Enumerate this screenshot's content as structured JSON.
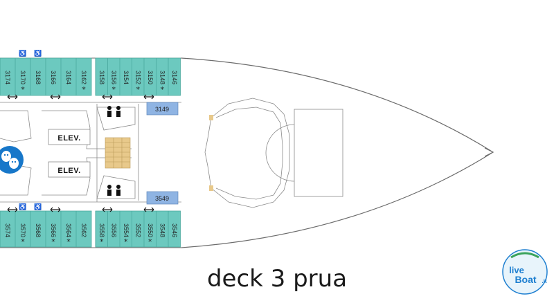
{
  "title": "deck 3 prua",
  "colors": {
    "cabin_fill": "#6cc9bf",
    "cabin_stroke": "#4aa89d",
    "room_box_fill": "#8fb4e3",
    "hull_stroke": "#6b6b6b",
    "stairs_fill": "#e8c98b",
    "logo_blue": "#1e7fd0",
    "logo_circle": "#1777c9"
  },
  "cabins": {
    "top_left": [
      {
        "number": "3174",
        "star": false,
        "accessible": false
      },
      {
        "number": "3170",
        "star": true,
        "accessible": true
      },
      {
        "number": "3168",
        "star": false,
        "accessible": true
      },
      {
        "number": "3166",
        "star": false,
        "accessible": false
      },
      {
        "number": "3164",
        "star": false,
        "accessible": false
      },
      {
        "number": "3162",
        "star": true,
        "accessible": false
      }
    ],
    "top_right": [
      {
        "number": "3158",
        "star": false
      },
      {
        "number": "3156",
        "star": true
      },
      {
        "number": "3154",
        "star": false
      },
      {
        "number": "3152",
        "star": true
      },
      {
        "number": "3150",
        "star": false
      },
      {
        "number": "3148",
        "star": true
      },
      {
        "number": "3146",
        "star": false
      }
    ],
    "bottom_left": [
      {
        "number": "3574",
        "star": false,
        "accessible": false
      },
      {
        "number": "3570",
        "star": true,
        "accessible": true
      },
      {
        "number": "3568",
        "star": false,
        "accessible": true
      },
      {
        "number": "3566",
        "star": true,
        "accessible": false
      },
      {
        "number": "3564",
        "star": true,
        "accessible": false
      },
      {
        "number": "3562",
        "star": false,
        "accessible": false
      }
    ],
    "bottom_right": [
      {
        "number": "3558",
        "star": true
      },
      {
        "number": "3556",
        "star": false
      },
      {
        "number": "3554",
        "star": true
      },
      {
        "number": "3552",
        "star": false
      },
      {
        "number": "3550",
        "star": true
      },
      {
        "number": "3548",
        "star": false
      },
      {
        "number": "3546",
        "star": false
      }
    ]
  },
  "rooms": {
    "top_box": "3149",
    "bottom_box": "3549"
  },
  "elevators": {
    "top_label": "ELEV.",
    "bottom_label": "ELEV."
  },
  "logo": {
    "line1": "live",
    "line2": "Boat",
    "suffix": ".it"
  },
  "icons": [
    "accessible-icon",
    "restroom-icon",
    "theater-masks-icon",
    "double-arrow-icon",
    "stairs-icon"
  ]
}
